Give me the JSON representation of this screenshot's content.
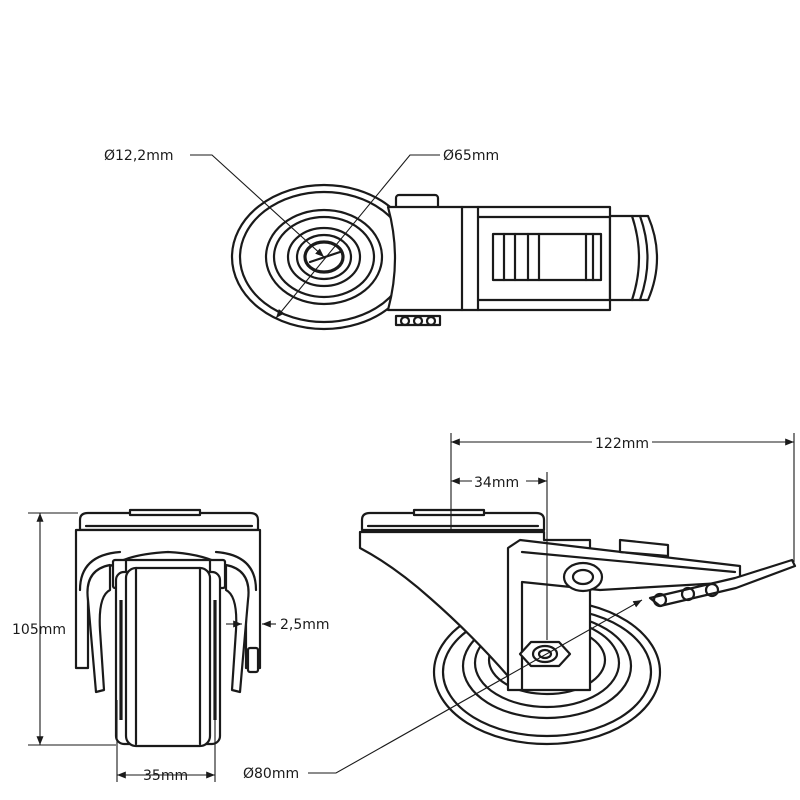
{
  "dimensions": {
    "bolt_hole": "Ø12,2mm",
    "wheel_top_view": "Ø65mm",
    "total_length": "122mm",
    "offset": "34mm",
    "height": "105mm",
    "fork_thickness": "2,5mm",
    "wheel_width": "35mm",
    "wheel_diameter": "Ø80mm"
  },
  "colors": {
    "line": "#1a1a1a",
    "background": "#ffffff"
  }
}
